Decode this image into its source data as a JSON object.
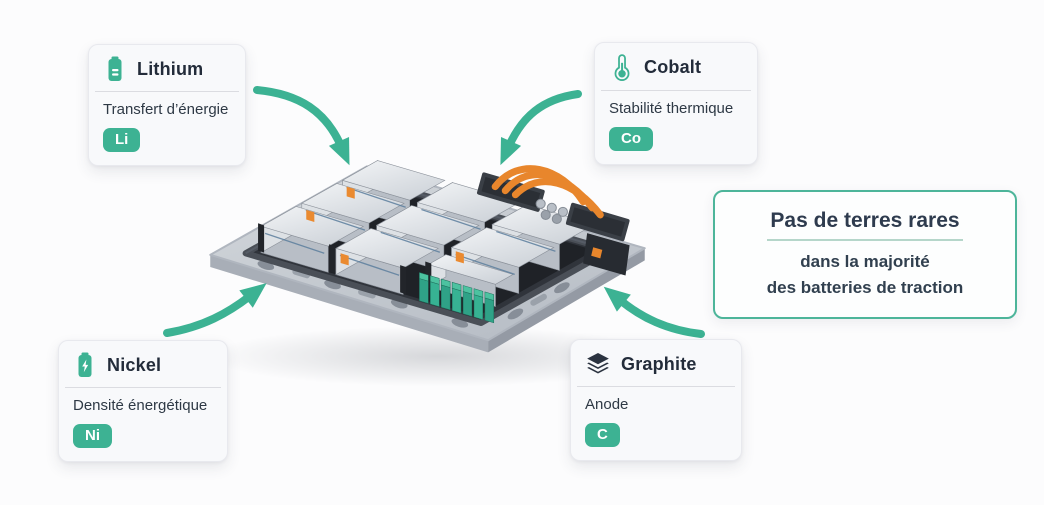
{
  "colors": {
    "accent_teal": "#3db293",
    "note_border": "#4db59a",
    "cable_orange": "#e8862c",
    "title_text": "#232c3a",
    "note_text": "#2e3b4e"
  },
  "cards": [
    {
      "title": "Lithium",
      "subtitle": "Transfert d’énergie",
      "symbol": "Li",
      "icon": "battery-icon"
    },
    {
      "title": "Cobalt",
      "subtitle": "Stabilité thermique",
      "symbol": "Co",
      "icon": "thermometer-icon"
    },
    {
      "title": "Nickel",
      "subtitle": "Densité énergétique",
      "symbol": "Ni",
      "icon": "battery-bolt-icon"
    },
    {
      "title": "Graphite",
      "subtitle": "Anode",
      "symbol": "C",
      "icon": "layers-icon"
    }
  ],
  "note": {
    "title": "Pas de terres rares",
    "line1": "dans la majorité",
    "line2": "des batteries de traction"
  },
  "illustration": {
    "label": "ev-battery-pack"
  }
}
